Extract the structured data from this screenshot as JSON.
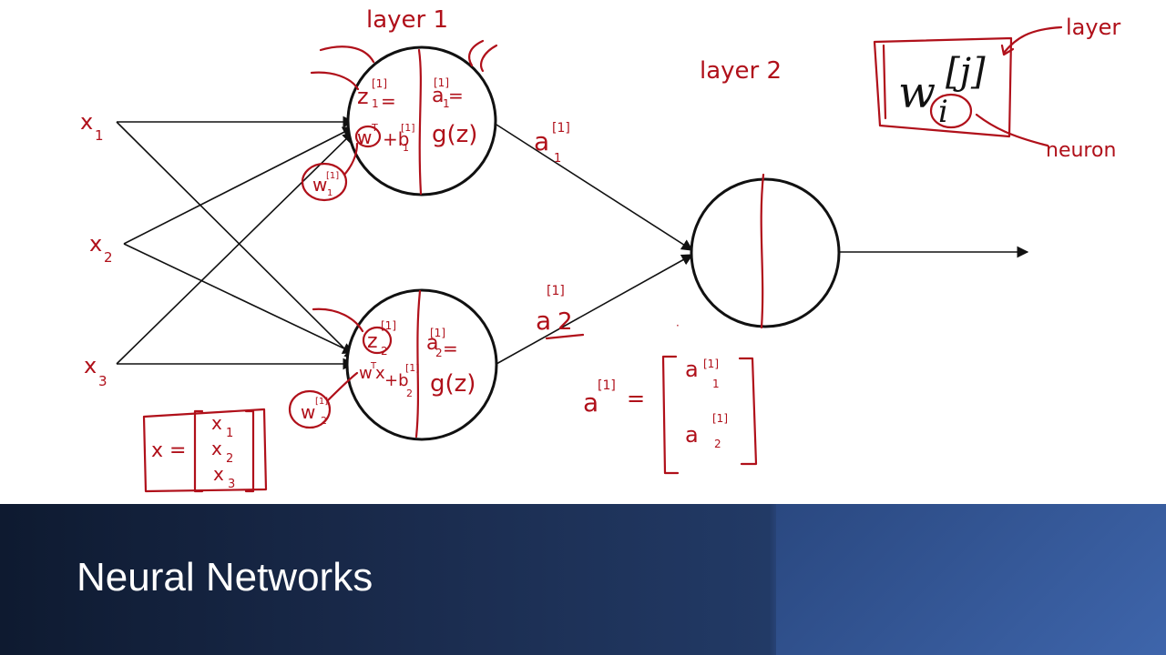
{
  "slide": {
    "title": "Neural Networks"
  },
  "annotations": {
    "layer1": "layer 1",
    "layer2": "layer 2",
    "x1": "x",
    "x1_sub": "1",
    "x2": "x",
    "x2_sub": "2",
    "x3": "x",
    "x3_sub": "3",
    "n1_z": "z",
    "n1_z_sup": "[1]",
    "n1_z_sub": "1",
    "n1_a": "a",
    "n1_a_sup": "[1]",
    "n1_a_sub": "1",
    "n1_eq1": "=",
    "n1_eq2": "=",
    "n1_wx": "w",
    "n1_wx_sup": "T",
    "n1_b": "+b",
    "n1_b_sup": "[1]",
    "n1_b_sub": "1",
    "n1_gz": "g(z)",
    "n1_w_circle": "w",
    "n1_w_circle_sup": "[1]",
    "n1_w_circle_sub": "1",
    "a1_out": "a",
    "a1_out_sup": "[1]",
    "a1_out_sub": "1",
    "n2_z": "z",
    "n2_z_sup": "[1]",
    "n2_z_sub": "2",
    "n2_a": "a",
    "n2_a_sup": "[1]",
    "n2_a_sub": "2",
    "n2_eq": "=",
    "n2_wx": "w",
    "n2_wx_sup": "T",
    "n2_wx_x": "x",
    "n2_b": "+b",
    "n2_b_sup": "[1]",
    "n2_b_sub": "2",
    "n2_gz": "g(z)",
    "n2_w_circle": "w",
    "n2_w_circle_sup": "[1]",
    "n2_w_circle_sub": "2",
    "a2_out": "a",
    "a2_out_sup": "[1]",
    "a2_out_sub": "2",
    "xvec_lhs": "x =",
    "xvec_1": "x",
    "xvec_1_sub": "1",
    "xvec_2": "x",
    "xvec_2_sub": "2",
    "xvec_3": "x",
    "xvec_3_sub": "3",
    "avec_lhs": "a",
    "avec_lhs_sup": "[1]",
    "avec_eq": "=",
    "avec_1": "a",
    "avec_1_sup": "[1]",
    "avec_1_sub": "1",
    "avec_2": "a",
    "avec_2_sup": "[1]",
    "avec_2_sub": "2",
    "notation_w": "w",
    "notation_sup": "[j]",
    "notation_sub": "i",
    "label_layer": "layer",
    "label_neuron": "neuron"
  },
  "colors": {
    "ink_red": "#b0101a",
    "diagram_black": "#111111",
    "footer_dark": "#0e1a30",
    "footer_light": "#3f66aa"
  }
}
